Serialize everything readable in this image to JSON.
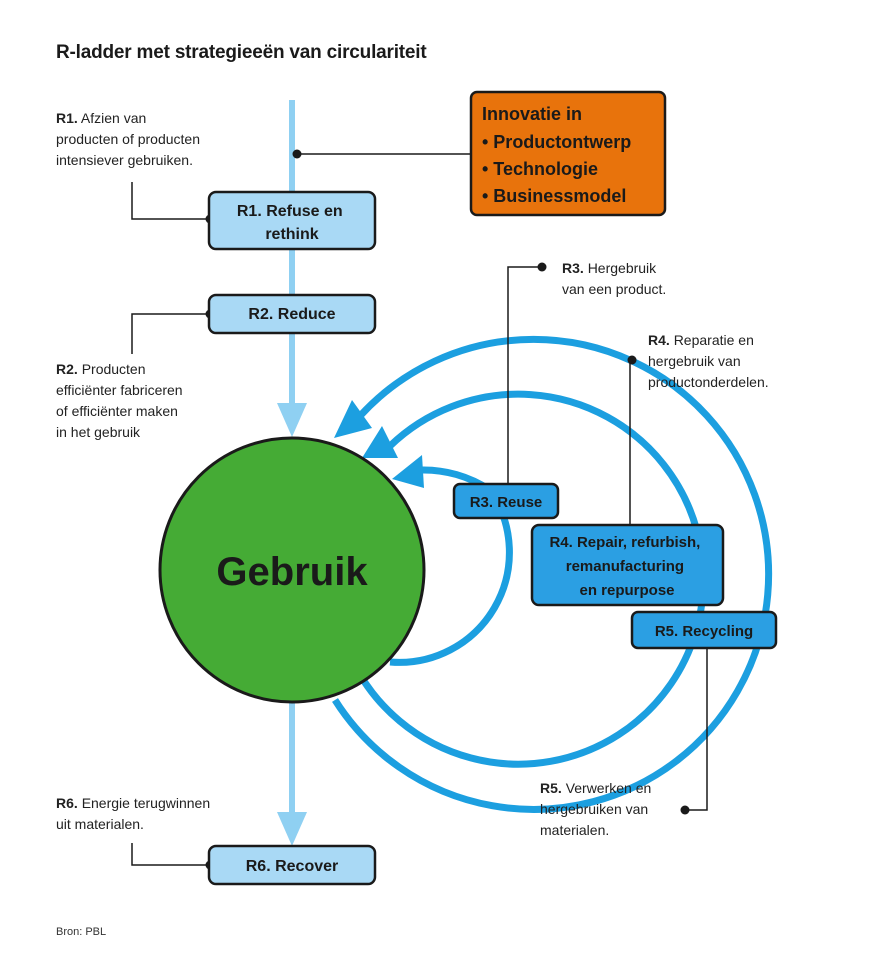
{
  "title": "R-ladder met strategieeën van circulariteit",
  "source": "Bron: PBL",
  "center": {
    "label": "Gebruik"
  },
  "innovation": {
    "heading": "Innovatie in",
    "items": [
      "• Productontwerp",
      "• Technologie",
      "• Businessmodel"
    ]
  },
  "boxes": {
    "r1": [
      "R1. Refuse en",
      "rethink"
    ],
    "r2": [
      "R2. Reduce"
    ],
    "r3": [
      "R3. Reuse"
    ],
    "r4": [
      "R4. Repair, refurbish,",
      "remanufacturing",
      "en repurpose"
    ],
    "r5": [
      "R5. Recycling"
    ],
    "r6": [
      "R6. Recover"
    ]
  },
  "notes": {
    "r1": {
      "code": "R1.",
      "lines": [
        "Afzien van",
        "producten of producten",
        "intensiever gebruiken."
      ]
    },
    "r2": {
      "code": "R2.",
      "lines": [
        "Producten",
        "efficiënter fabriceren",
        "of efficiënter maken",
        "in het gebruik"
      ]
    },
    "r3": {
      "code": "R3.",
      "lines": [
        "Hergebruik",
        "van een product."
      ]
    },
    "r4": {
      "code": "R4.",
      "lines": [
        "Reparatie en",
        "hergebruik van",
        "productonderdelen."
      ]
    },
    "r5": {
      "code": "R5.",
      "lines": [
        "Verwerken en",
        "hergebruiken van",
        "materialen."
      ]
    },
    "r6": {
      "code": "R6.",
      "lines": [
        "Energie terugwinnen",
        "uit materialen."
      ]
    }
  },
  "colors": {
    "light_blue": "#a9d9f5",
    "flow_blue": "#8fd0f2",
    "loop_blue": "#1c9fe0",
    "dark_box_blue": "#2b9fe3",
    "green": "#45ab35",
    "orange": "#e8730c"
  }
}
